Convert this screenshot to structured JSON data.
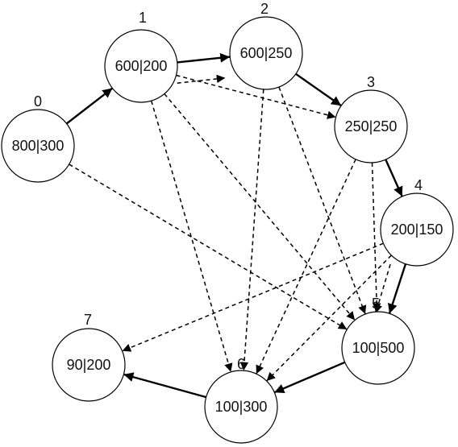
{
  "nodes": [
    {
      "id": "0",
      "label": "800|300"
    },
    {
      "id": "1",
      "label": "600|200"
    },
    {
      "id": "2",
      "label": "600|250"
    },
    {
      "id": "3",
      "label": "250|250"
    },
    {
      "id": "4",
      "label": "200|150"
    },
    {
      "id": "5",
      "label": "100|500"
    },
    {
      "id": "6",
      "label": "100|300"
    },
    {
      "id": "7",
      "label": "90|200"
    }
  ],
  "edges": [
    {
      "from": "0",
      "to": "1",
      "style": "solid"
    },
    {
      "from": "1",
      "to": "2",
      "style": "solid"
    },
    {
      "from": "2",
      "to": "3",
      "style": "solid"
    },
    {
      "from": "3",
      "to": "4",
      "style": "solid"
    },
    {
      "from": "4",
      "to": "5",
      "style": "solid"
    },
    {
      "from": "5",
      "to": "6",
      "style": "solid"
    },
    {
      "from": "6",
      "to": "7",
      "style": "solid"
    },
    {
      "from": "0",
      "to": "5",
      "style": "dashed"
    },
    {
      "from": "1",
      "to": "2",
      "style": "dashed"
    },
    {
      "from": "1",
      "to": "3",
      "style": "dashed"
    },
    {
      "from": "1",
      "to": "5",
      "style": "dashed"
    },
    {
      "from": "1",
      "to": "6",
      "style": "dashed"
    },
    {
      "from": "2",
      "to": "5",
      "style": "dashed"
    },
    {
      "from": "2",
      "to": "6",
      "style": "dashed"
    },
    {
      "from": "3",
      "to": "5",
      "style": "dashed"
    },
    {
      "from": "3",
      "to": "6",
      "style": "dashed"
    },
    {
      "from": "4",
      "to": "5",
      "style": "dashed"
    },
    {
      "from": "4",
      "to": "6",
      "style": "dashed"
    },
    {
      "from": "4",
      "to": "7",
      "style": "dashed"
    }
  ]
}
